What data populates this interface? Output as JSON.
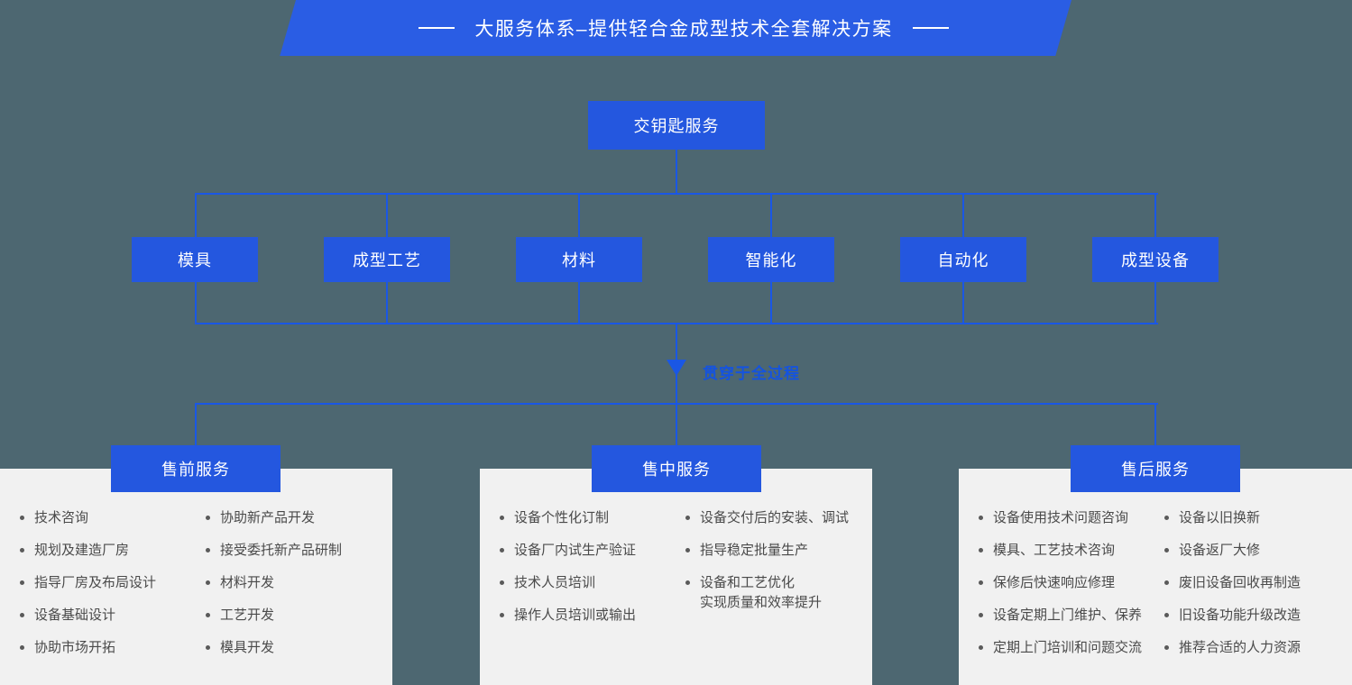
{
  "banner": {
    "title": "大服务体系–提供轻合金成型技术全套解决方案"
  },
  "root": {
    "label": "交钥匙服务"
  },
  "modules": [
    "模具",
    "成型工艺",
    "材料",
    "智能化",
    "自动化",
    "成型设备"
  ],
  "arrow": {
    "icon": "down-triangle-icon",
    "label": "贯穿于全过程"
  },
  "sections": [
    {
      "title": "售前服务",
      "col_a": [
        "技术咨询",
        "规划及建造厂房",
        "指导厂房及布局设计",
        "设备基础设计",
        "协助市场开拓"
      ],
      "col_b": [
        "协助新产品开发",
        "接受委托新产品研制",
        "材料开发",
        "工艺开发",
        "模具开发"
      ]
    },
    {
      "title": "售中服务",
      "col_a": [
        "设备个性化订制",
        "设备厂内试生产验证",
        "技术人员培训",
        "操作人员培训或输出"
      ],
      "col_b": [
        "设备交付后的安装、调试",
        "指导稳定批量生产",
        "设备和工艺优化\n实现质量和效率提升"
      ]
    },
    {
      "title": "售后服务",
      "col_a": [
        "设备使用技术问题咨询",
        "模具、工艺技术咨询",
        "保修后快速响应修理",
        "设备定期上门维护、保养",
        "定期上门培训和问题交流"
      ],
      "col_b": [
        "设备以旧换新",
        "设备返厂大修",
        "废旧设备回收再制造",
        "旧设备功能升级改造",
        "推荐合适的人力资源"
      ]
    }
  ],
  "colors": {
    "background": "#4d6771",
    "banner_blue": "#2a5de4",
    "box_blue": "#2457df",
    "line_blue": "#1a57e5",
    "label_blue": "#1453e0",
    "panel_gray": "#f1f1f1",
    "text_gray": "#4a4a4a",
    "bullet_gray": "#5a5a5a",
    "white": "#ffffff"
  }
}
